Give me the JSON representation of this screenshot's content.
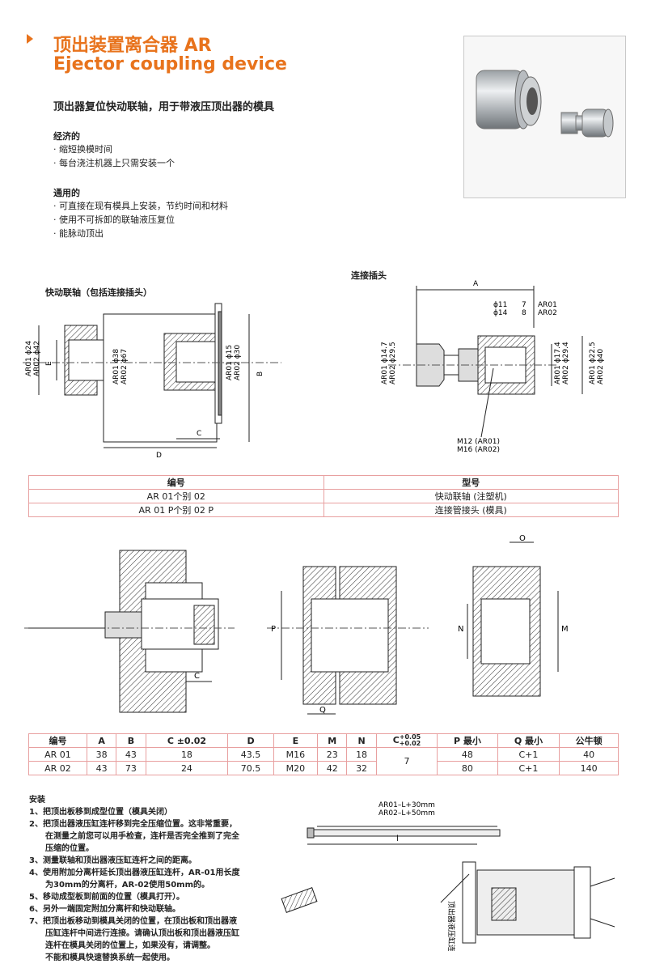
{
  "header": {
    "title_cn": "顶出装置离合器 AR",
    "title_en": "Ejector coupling device",
    "subtitle": "顶出器复位快动联轴，用于带液压顶出器的模具"
  },
  "features": {
    "economic_heading": "经济的",
    "economic_items": [
      "· 缩短换模时间",
      "· 每台浇注机器上只需安装一个"
    ],
    "general_heading": "通用的",
    "general_items": [
      "· 可直接在现有模具上安装，节约时间和材料",
      "· 使用不可拆卸的联轴液压复位",
      "· 能脉动顶出"
    ]
  },
  "drawing_left": {
    "label": "快动联轴（包括连接插头）",
    "dim_ar01_d24": "AR01 ϕ24",
    "dim_ar02_d42": "AR02 ϕ42",
    "dim_e": "E",
    "dim_ar01_d38": "AR01 ϕ38",
    "dim_ar02_d67": "AR02 ϕ67",
    "dim_ar01_d15": "AR01 ϕ15",
    "dim_ar02_d30": "AR02 ϕ30",
    "dim_b": "B",
    "dim_c": "C",
    "dim_d": "D"
  },
  "drawing_right": {
    "label": "连接插头",
    "dim_a": "A",
    "phi11": "ϕ11",
    "phi14": "ϕ14",
    "n7": "7",
    "n8": "8",
    "ar01": "AR01",
    "ar02": "AR02",
    "dim_ar01_d147": "AR01 ϕ14.7",
    "dim_ar02_d295": "AR02 ϕ29.5",
    "dim_ar01_d174": "AR01 ϕ17.4",
    "dim_ar02_d294": "AR02 ϕ29.4",
    "dim_ar01_d225": "AR01 ϕ22.5",
    "dim_ar02_d40": "AR02 ϕ40",
    "thread1": "M12 (AR01)",
    "thread2": "M16 (AR02)"
  },
  "table1": {
    "headers": [
      "编号",
      "型号"
    ],
    "rows": [
      [
        "AR 01个别 02",
        "快动联轴 (注塑机)"
      ],
      [
        "AR 01 P个别 02 P",
        "连接管接头 (模具)"
      ]
    ]
  },
  "mount_drawings": {
    "c": "C",
    "p": "P",
    "q": "Q",
    "o": "O",
    "n": "N",
    "m": "M"
  },
  "table2": {
    "headers": [
      "编号",
      "A",
      "B",
      "C ±0.02",
      "D",
      "E",
      "M",
      "N",
      "C +0.05/+0.02",
      "P 最小",
      "Q 最小",
      "公牛顿"
    ],
    "c_tol_label": "C",
    "c_tol_sup": "+0.05",
    "c_tol_sub": "+0.02",
    "rows": [
      [
        "AR 01",
        "38",
        "43",
        "18",
        "43.5",
        "M16",
        "23",
        "18",
        "7",
        "48",
        "C+1",
        "40"
      ],
      [
        "AR 02",
        "43",
        "73",
        "24",
        "70.5",
        "M20",
        "42",
        "32",
        "7",
        "80",
        "C+1",
        "140"
      ]
    ]
  },
  "install": {
    "heading": "安装",
    "steps": [
      "1、把顶出板移到成型位置（模具关闭）",
      "2、把顶出器液压缸连杆移到完全压缩位置。这非常重要，",
      "在测量之前您可以用手检查，连杆是否完全推到了完全",
      "压缩的位置。",
      "3、测量联轴和顶出器液压缸连杆之间的距离。",
      "4、使用附加分离杆延长顶出器液压缸连杆，AR-01用长度",
      "为30mm的分离杆，AR-02使用50mm的。",
      "5、移动成型板到前面的位置（模具打开）。",
      "6、另外一端固定附加分离杆和快动联轴。",
      "7、把顶出板移动到模具关闭的位置，在顶出板和顶出器液",
      "压缸连杆中间进行连接。请确认顶出板和顶出器液压缸",
      "连杆在模具关闭的位置上，如果没有，请调整。",
      "不能和模具快速替换系统一起使用。"
    ]
  },
  "bottom_drawing": {
    "len1": "AR01–L+30mm",
    "len2": "AR02–L+50mm",
    "l": "l",
    "vertical": "顶出器液压缸连杆"
  },
  "colors": {
    "accent": "#e8731c",
    "table_border": "#e8a0a0"
  }
}
